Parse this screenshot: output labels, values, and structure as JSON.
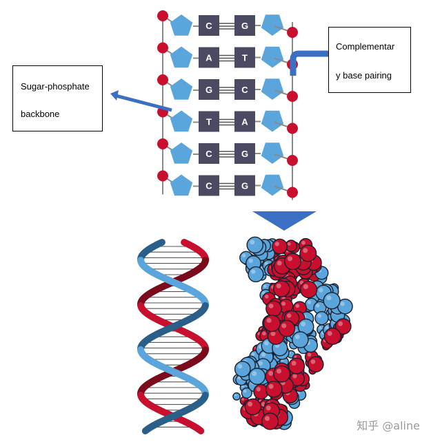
{
  "base_pairs": [
    {
      "left": "C",
      "right": "G"
    },
    {
      "left": "A",
      "right": "T"
    },
    {
      "left": "G",
      "right": "C"
    },
    {
      "left": "T",
      "right": "A"
    },
    {
      "left": "C",
      "right": "G"
    },
    {
      "left": "C",
      "right": "G"
    }
  ],
  "labels": {
    "backbone_line1": "Sugar-phosphate",
    "backbone_line2": "backbone",
    "pairing_line1": "Complementar",
    "pairing_line2": "y base pairing"
  },
  "watermark": "知乎 @aline",
  "colors": {
    "sugar": "#5aa5dc",
    "phosphate": "#c8102e",
    "base": "#4a4a63",
    "arrow": "#3a6fc4",
    "helix_red": "#c8102e",
    "helix_blue": "#5aa5dc",
    "helix_dark_red": "#7a0a1c",
    "helix_dark_blue": "#2a5f8a"
  }
}
